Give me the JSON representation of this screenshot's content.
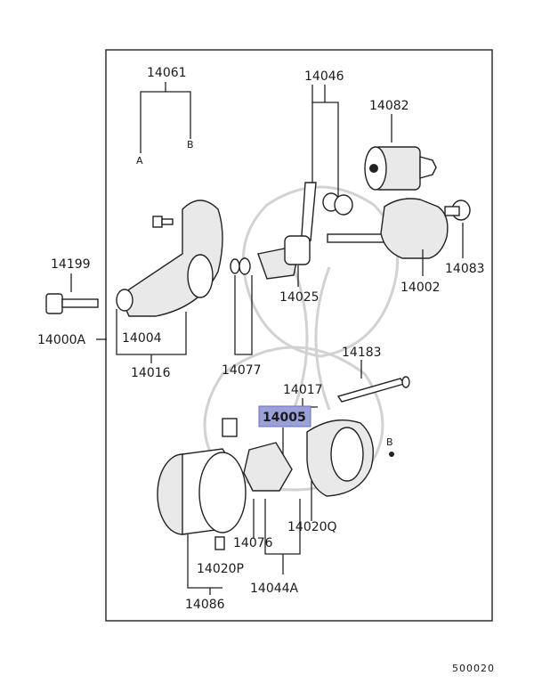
{
  "diagram": {
    "labels": {
      "p14061": "14061",
      "p14046": "14046",
      "p14082": "14082",
      "p14199": "14199",
      "p14000A": "14000A",
      "p14004": "14004",
      "p14016": "14016",
      "p14025": "14025",
      "p14077": "14077",
      "p14002": "14002",
      "p14083": "14083",
      "p14183": "14183",
      "p14017": "14017",
      "p14005": "14005",
      "p14076": "14076",
      "p14020Q": "14020Q",
      "p14020P": "14020P",
      "p14044A": "14044A",
      "p14086": "14086",
      "refA": "A",
      "refB": "B",
      "refB2": "B"
    },
    "highlight_label": "14005",
    "highlight_color": "#9aa0d8",
    "footer_code": "500020"
  }
}
